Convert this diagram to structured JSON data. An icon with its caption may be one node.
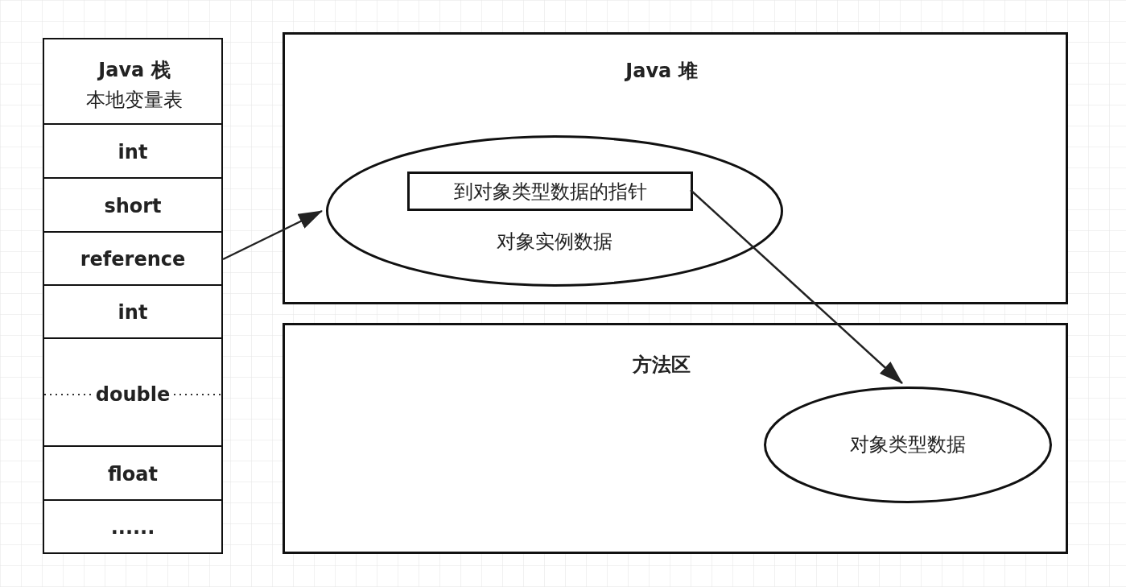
{
  "diagram": {
    "nodes": [
      {
        "text": [
          "Java 栈",
          "本地变量表"
        ]
      },
      {
        "text": [
          "int"
        ]
      },
      {
        "text": [
          "short"
        ]
      },
      {
        "text": [
          "reference"
        ]
      },
      {
        "text": [
          "int"
        ]
      },
      {
        "text": [
          "double"
        ]
      },
      {
        "text": [
          "float"
        ]
      },
      {
        "text": [
          "......"
        ]
      },
      {
        "text": [
          "Java 堆"
        ]
      },
      {
        "text": [
          "对象实例数据"
        ],
        "in": 8
      },
      {
        "text": [
          "到对象类型数据的指针"
        ],
        "in": 9
      },
      {
        "text": [
          "方法区"
        ]
      },
      {
        "text": [
          "对象类型数据"
        ],
        "in": 11
      }
    ],
    "edges": [
      {
        "from": 3,
        "to": 9,
        "arrow": "to"
      },
      {
        "from": 10,
        "to": 12,
        "arrow": "to"
      }
    ]
  }
}
